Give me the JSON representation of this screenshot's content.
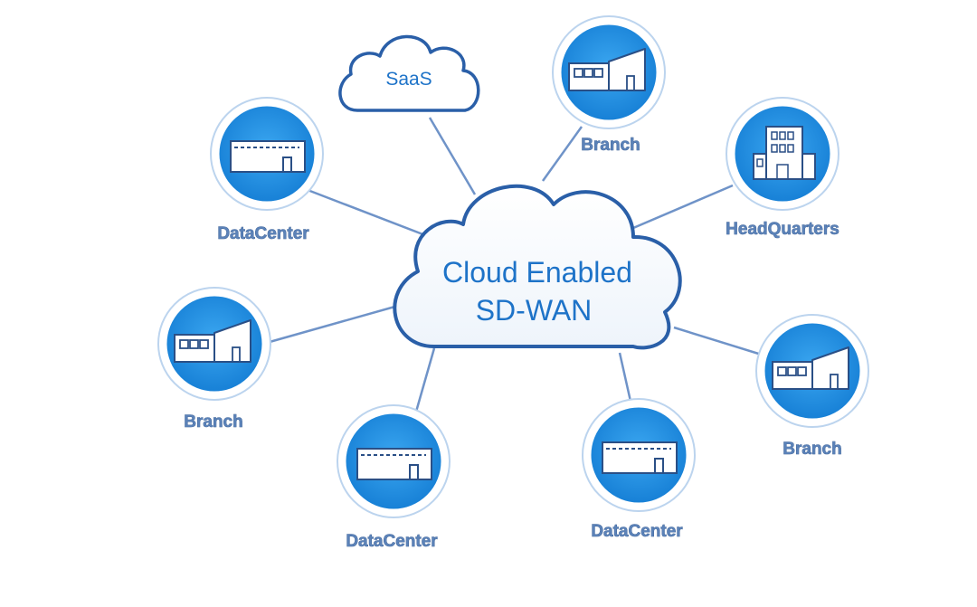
{
  "hub": {
    "line1": "Cloud Enabled",
    "line2": "SD-WAN"
  },
  "saas": {
    "label": "SaaS"
  },
  "nodes": [
    {
      "id": "datacenter-top-left",
      "label": "DataCenter",
      "icon": "datacenter-icon"
    },
    {
      "id": "branch-top",
      "label": "Branch",
      "icon": "branch-icon"
    },
    {
      "id": "headquarters",
      "label": "HeadQuarters",
      "icon": "headquarters-icon"
    },
    {
      "id": "branch-left",
      "label": "Branch",
      "icon": "branch-icon"
    },
    {
      "id": "branch-right",
      "label": "Branch",
      "icon": "branch-icon"
    },
    {
      "id": "datacenter-bottom-left",
      "label": "DataCenter",
      "icon": "datacenter-icon"
    },
    {
      "id": "datacenter-bottom-right",
      "label": "DataCenter",
      "icon": "datacenter-icon"
    }
  ],
  "colors": {
    "ring": "#1e90e0",
    "cloud_outline": "#2a5fa8",
    "link": "#6f93c8",
    "label": "#5b82b8"
  }
}
